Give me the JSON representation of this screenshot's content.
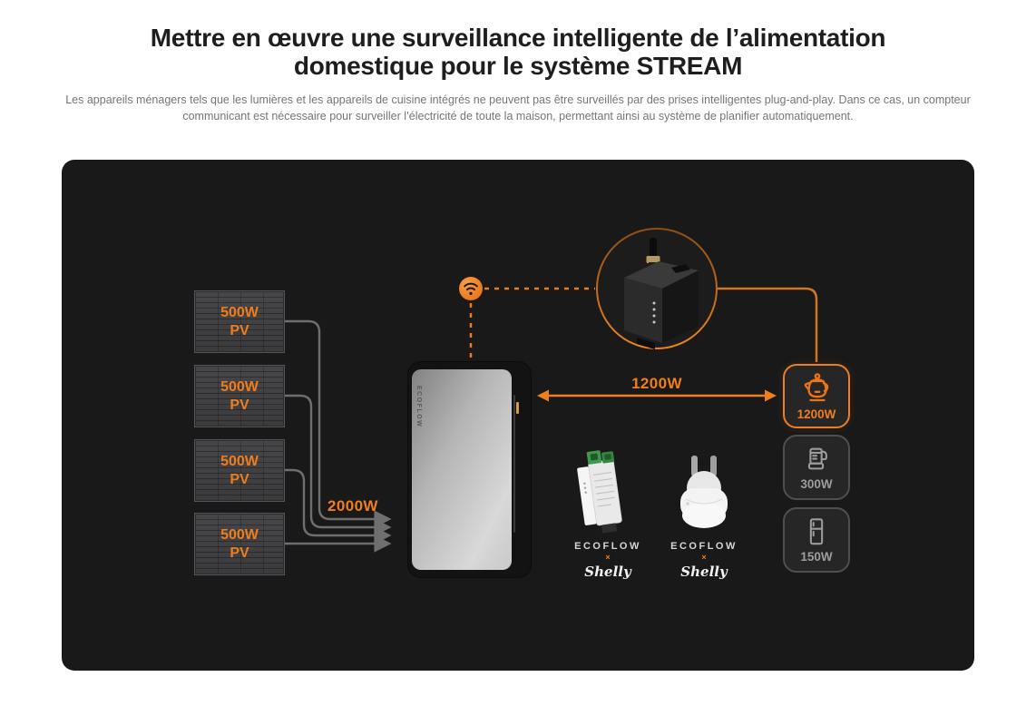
{
  "header": {
    "title": "Mettre en œuvre une surveillance intelligente de l’alimentation domestique pour le système STREAM",
    "subtitle": "Les appareils ménagers tels que les lumières et les appareils de cuisine intégrés ne peuvent pas être surveillés par des prises intelligentes plug-and-play. Dans ce cas, un compteur communicant est nécessaire pour surveiller l’électricité de toute la maison, permettant ainsi au système de planifier automatiquement."
  },
  "diagram": {
    "solar_panels": [
      {
        "watt": "500W",
        "type": "PV"
      },
      {
        "watt": "500W",
        "type": "PV"
      },
      {
        "watt": "500W",
        "type": "PV"
      },
      {
        "watt": "500W",
        "type": "PV"
      }
    ],
    "labels": {
      "pv_total": "2000W",
      "ac_flow": "1200W"
    },
    "battery": {
      "brand": "ECOFLOW"
    },
    "appliances": [
      {
        "name": "kettle",
        "icon": "kettle-icon",
        "label": "1200W",
        "highlighted": true
      },
      {
        "name": "blender",
        "icon": "blender-icon",
        "label": "300W",
        "highlighted": false
      },
      {
        "name": "fridge",
        "icon": "fridge-icon",
        "label": "150W",
        "highlighted": false
      }
    ],
    "products": [
      {
        "name": "din-rail-energy-meter",
        "brand": "ECOFLOW",
        "cross": "×",
        "partner": "Shelly"
      },
      {
        "name": "smart-plug",
        "brand": "ECOFLOW",
        "cross": "×",
        "partner": "Shelly"
      }
    ],
    "colors": {
      "accent": "#EF7E1D",
      "line_gray": "#6F6F6F",
      "panel_bg": "#191919"
    }
  }
}
